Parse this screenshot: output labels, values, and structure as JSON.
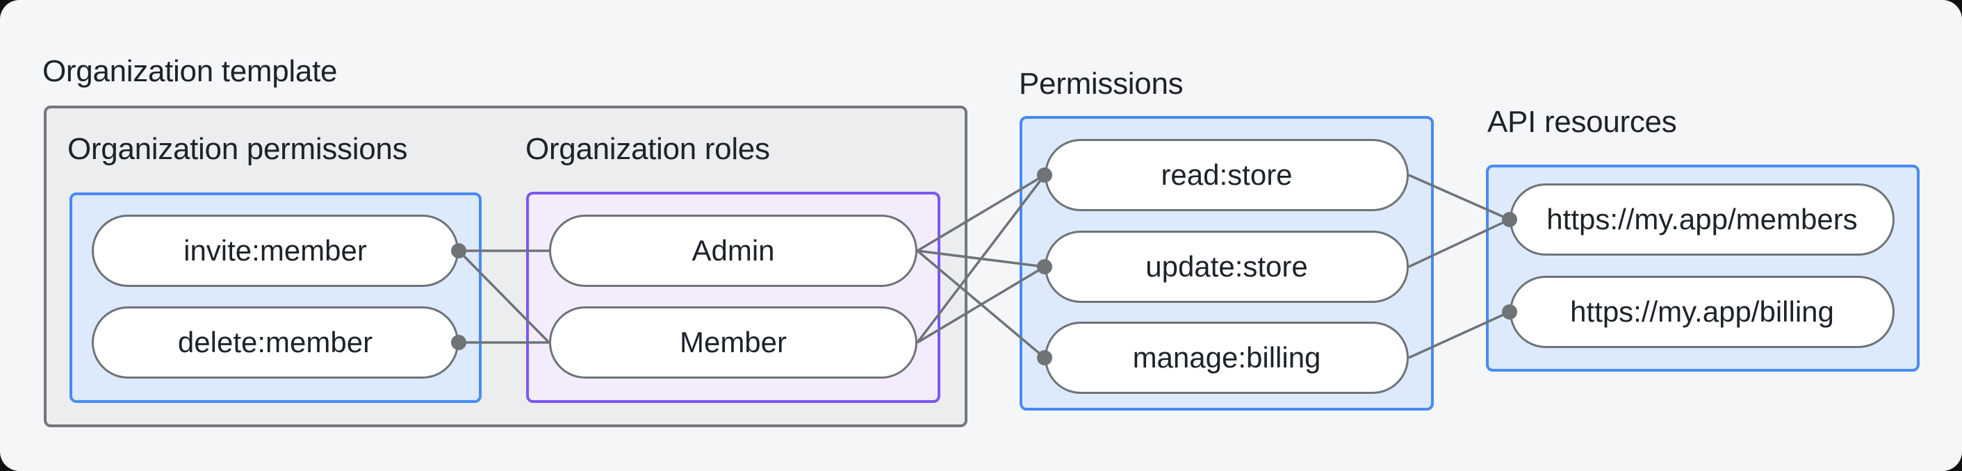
{
  "diagram": {
    "title": "Organization template",
    "org_template": {
      "permissions": {
        "heading": "Organization permissions",
        "items": [
          {
            "label": "invite:member"
          },
          {
            "label": "delete:member"
          }
        ]
      },
      "roles": {
        "heading": "Organization roles",
        "items": [
          {
            "label": "Admin"
          },
          {
            "label": "Member"
          }
        ]
      }
    },
    "permissions": {
      "heading": "Permissions",
      "items": [
        {
          "label": "read:store"
        },
        {
          "label": "update:store"
        },
        {
          "label": "manage:billing"
        }
      ]
    },
    "api_resources": {
      "heading": "API resources",
      "items": [
        {
          "label": "https://my.app/members"
        },
        {
          "label": "https://my.app/billing"
        }
      ]
    },
    "connections": [
      {
        "from": "invite:member",
        "to": "Admin"
      },
      {
        "from": "invite:member",
        "to": "Member"
      },
      {
        "from": "delete:member",
        "to": "Member"
      },
      {
        "from": "Admin",
        "to": "read:store"
      },
      {
        "from": "Admin",
        "to": "update:store"
      },
      {
        "from": "Admin",
        "to": "manage:billing"
      },
      {
        "from": "Member",
        "to": "read:store"
      },
      {
        "from": "Member",
        "to": "update:store"
      },
      {
        "from": "read:store",
        "to": "https://my.app/members"
      },
      {
        "from": "update:store",
        "to": "https://my.app/members"
      },
      {
        "from": "manage:billing",
        "to": "https://my.app/billing"
      }
    ],
    "colors": {
      "background": "#f5f6f7",
      "gray_box_fill": "#ebedee",
      "gray_box_border": "#74787b",
      "blue_box_fill": "#ddeafc",
      "blue_box_border": "#478bf4",
      "purple_box_fill": "#f3ecfc",
      "purple_box_border": "#7a57f3",
      "pill_border": "#6e7378",
      "connector": "#6e7378",
      "text": "#1d2329"
    }
  }
}
